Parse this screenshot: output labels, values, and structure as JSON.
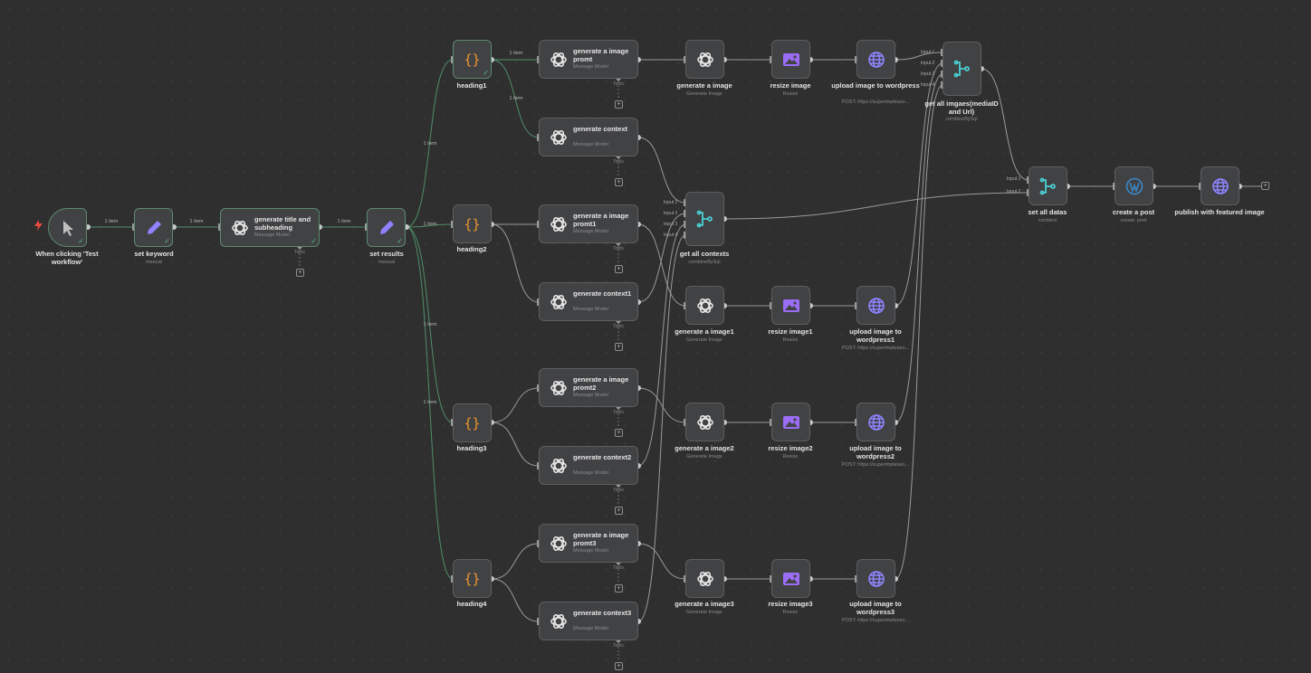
{
  "colors": {
    "canvas": "#2f2f2f",
    "node": "#414244",
    "edge": "#9a9a9a",
    "edge_success": "#4e8f68",
    "success": "#4fbf7d",
    "code_icon": "#f0962f",
    "pen_icon": "#8f82ff",
    "image_icon": "#9b6df5",
    "globe_icon": "#8d84ff",
    "merge_icon": "#4ad0d4",
    "trigger_bolt": "#e84c3d"
  },
  "tools_label": "Tools",
  "nodes": {
    "trigger": {
      "label": "When clicking 'Test workflow'",
      "icon": "cursor-icon"
    },
    "set_keyword": {
      "label": "set keyword",
      "sub": "manual",
      "icon": "pen-icon"
    },
    "gen_title": {
      "title": "generate title and subheading",
      "sub": "Message Model",
      "icon": "openai-icon"
    },
    "set_results": {
      "label": "set results",
      "sub": "manual",
      "icon": "pen-icon"
    },
    "heading1": {
      "label": "heading1",
      "icon": "code-braces-icon"
    },
    "heading2": {
      "label": "heading2",
      "icon": "code-braces-icon"
    },
    "heading3": {
      "label": "heading3",
      "icon": "code-braces-icon"
    },
    "heading4": {
      "label": "heading4",
      "icon": "code-braces-icon"
    },
    "prompt0": {
      "title": "generate a image promt",
      "sub": "Message Model"
    },
    "prompt1": {
      "title": "generate a image promt1",
      "sub": "Message Model"
    },
    "prompt2": {
      "title": "generate a image promt2",
      "sub": "Message Model"
    },
    "prompt3": {
      "title": "generate a image promt3",
      "sub": "Message Model"
    },
    "context0": {
      "title": "generate context",
      "sub": "Message Model"
    },
    "context1": {
      "title": "generate context1",
      "sub": "Message Model"
    },
    "context2": {
      "title": "generate context2",
      "sub": "Message Model"
    },
    "context3": {
      "title": "generate context3",
      "sub": "Message Model"
    },
    "genimg0": {
      "label": "generate a image",
      "sub": "Generate Image"
    },
    "genimg1": {
      "label": "generate a image1",
      "sub": "Generate Image"
    },
    "genimg2": {
      "label": "generate a image2",
      "sub": "Generate Image"
    },
    "genimg3": {
      "label": "generate a image3",
      "sub": "Generate Image"
    },
    "resize0": {
      "label": "resize image",
      "sub": "Resize"
    },
    "resize1": {
      "label": "resize image1",
      "sub": "Resize"
    },
    "resize2": {
      "label": "resize image2",
      "sub": "Resize"
    },
    "resize3": {
      "label": "resize image3",
      "sub": "Resize"
    },
    "upload0": {
      "label": "upload image to wordpress",
      "sub": "POST: https://superimpleseo..."
    },
    "upload1": {
      "label": "upload image to wordpress1",
      "sub": "POST: https://superimpleseo..."
    },
    "upload2": {
      "label": "upload image to wordpress2",
      "sub": "POST: https://superimpleseo..."
    },
    "upload3": {
      "label": "upload image to wordpress3",
      "sub": "POST: https://superimpleseo..."
    },
    "get_contexts": {
      "label": "get all contexts",
      "sub": "combineBySql",
      "inputs": [
        "Input 1",
        "Input 2",
        "Input 3",
        "Input 4"
      ]
    },
    "get_images": {
      "label": "get all imgaes(mediaID and Url)",
      "sub": "combineBySql",
      "inputs": [
        "Input 1",
        "Input 2",
        "Input 3",
        "Input 4"
      ]
    },
    "set_datas": {
      "label": "set all datas",
      "sub": "combine",
      "inputs": [
        "Input 1",
        "Input 2"
      ]
    },
    "create_post": {
      "label": "create a post",
      "sub": "create: post",
      "icon": "wordpress-icon"
    },
    "publish": {
      "label": "publish with featured image",
      "icon": "globe-icon"
    }
  },
  "edge_labels": {
    "trigger_to_keyword": "1 item",
    "keyword_to_title": "1 item",
    "title_to_results": "1 item",
    "results_to_h1": "1 item",
    "results_to_h2": "1 item",
    "results_to_h3": "1 item",
    "results_to_h4": "1 item",
    "h1_to_prompt": "1 item",
    "h1_to_context": "1 item"
  }
}
